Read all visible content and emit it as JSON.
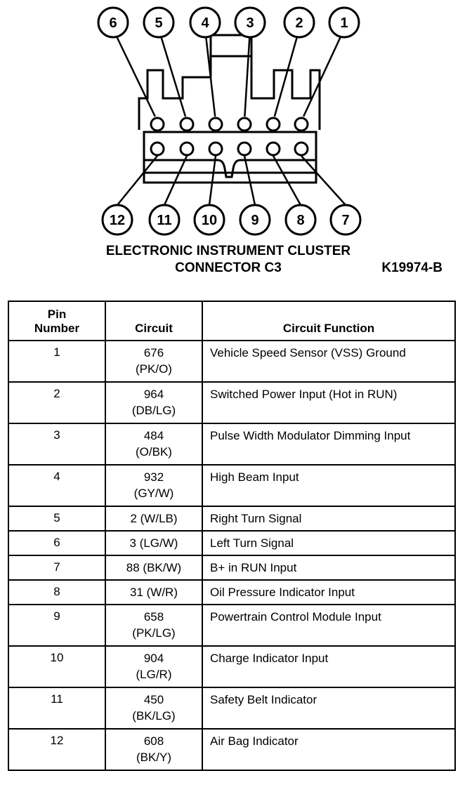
{
  "diagram": {
    "top_pins": [
      "6",
      "5",
      "4",
      "3",
      "2",
      "1"
    ],
    "bottom_pins": [
      "12",
      "11",
      "10",
      "9",
      "8",
      "7"
    ],
    "caption_line1": "ELECTRONIC INSTRUMENT CLUSTER",
    "caption_line2": "CONNECTOR C3",
    "figure_id": "K19974-B"
  },
  "table": {
    "headers": {
      "pin_line1": "Pin",
      "pin_line2": "Number",
      "circuit": "Circuit",
      "function": "Circuit Function"
    },
    "rows": [
      {
        "pin": "1",
        "circuit": "676",
        "color": "(PK/O)",
        "function": "Vehicle Speed Sensor (VSS) Ground"
      },
      {
        "pin": "2",
        "circuit": "964",
        "color": "(DB/LG)",
        "function": "Switched Power Input (Hot in RUN)"
      },
      {
        "pin": "3",
        "circuit": "484",
        "color": "(O/BK)",
        "function": "Pulse Width Modulator Dimming Input"
      },
      {
        "pin": "4",
        "circuit": "932",
        "color": "(GY/W)",
        "function": "High Beam Input"
      },
      {
        "pin": "5",
        "circuit": "2 (W/LB)",
        "color": "",
        "function": "Right Turn Signal"
      },
      {
        "pin": "6",
        "circuit": "3 (LG/W)",
        "color": "",
        "function": "Left Turn Signal"
      },
      {
        "pin": "7",
        "circuit": "88 (BK/W)",
        "color": "",
        "function": "B+ in RUN Input"
      },
      {
        "pin": "8",
        "circuit": "31 (W/R)",
        "color": "",
        "function": "Oil Pressure Indicator Input"
      },
      {
        "pin": "9",
        "circuit": "658",
        "color": "(PK/LG)",
        "function": "Powertrain Control Module Input"
      },
      {
        "pin": "10",
        "circuit": "904",
        "color": "(LG/R)",
        "function": "Charge Indicator Input"
      },
      {
        "pin": "11",
        "circuit": "450",
        "color": "(BK/LG)",
        "function": "Safety Belt Indicator"
      },
      {
        "pin": "12",
        "circuit": "608",
        "color": "(BK/Y)",
        "function": "Air Bag Indicator"
      }
    ]
  }
}
